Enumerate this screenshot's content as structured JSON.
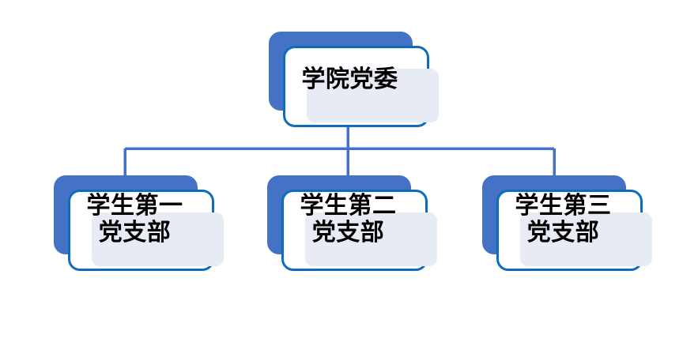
{
  "diagram": {
    "type": "organizational-chart",
    "background_color": "#FFFFFF",
    "title_node": {
      "label": "学院党委"
    },
    "children": [
      {
        "label": "学生第一\n党支部"
      },
      {
        "label": "学生第二\n党支部"
      },
      {
        "label": "学生第三\n党支部"
      }
    ],
    "colors": {
      "shadow": "#4472C4",
      "border": "#0F6CBD",
      "panel": "#E7ECF4",
      "connector": "#4472C4",
      "text": "#000000"
    }
  }
}
